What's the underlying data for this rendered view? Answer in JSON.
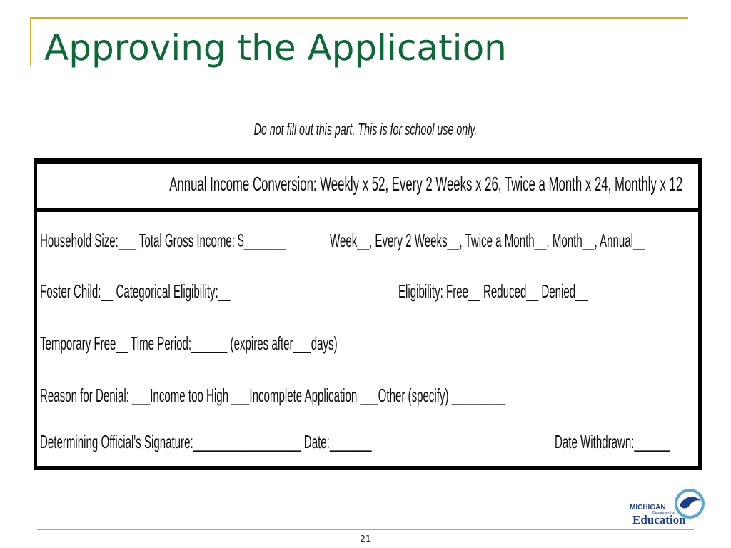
{
  "slide": {
    "title": "Approving the Application",
    "page_number": "21"
  },
  "form": {
    "note": "Do not fill out this part. This is for school use only.",
    "header": "Annual Income Conversion: Weekly x 52, Every 2 Weeks x 26, Twice a Month x 24, Monthly x 12",
    "rows": {
      "household_left": "Household Size:___ Total Gross Income: $_______",
      "household_right": "Week__, Every 2 Weeks__, Twice a Month__, Month__, Annual__",
      "foster_left": "Foster Child:__ Categorical Eligibility:__",
      "foster_right": "Eligibility: Free__ Reduced__ Denied__",
      "temporary": "Temporary Free__ Time Period:______ (expires after___days)",
      "denial": "Reason for Denial: ___Income too High ___Incomplete Application ___Other (specify) _________",
      "signature_left": "Determining Official's Signature:__________________ Date:_______",
      "signature_right": "Date Withdrawn:______"
    }
  },
  "logo": {
    "line1": "MICHIGAN",
    "line2": "Department of",
    "line3": "Education",
    "colors": {
      "navy": "#1b3f8f",
      "sky": "#5aa6d8"
    }
  },
  "colors": {
    "title": "#0b6a36",
    "accent_gold": "#d4aa2a"
  }
}
